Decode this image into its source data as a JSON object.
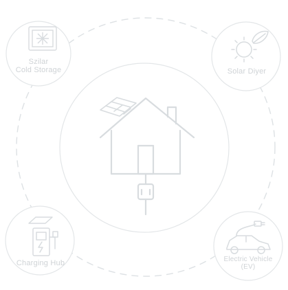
{
  "nodes": {
    "top_left": {
      "line1": "Szilar",
      "line2": "Cold Storage"
    },
    "top_right": {
      "label": "Solar Diyer"
    },
    "bottom_left": {
      "label": "Charging Hub"
    },
    "bottom_right": {
      "line1": "Electric Vehicle",
      "line2": "(EV)"
    }
  },
  "colors": {
    "stroke": "#d8dcdf",
    "text": "#cfd3d6",
    "background": "#ffffff"
  },
  "icons": {
    "center": "house-with-solar-panel-and-plug-icon",
    "top_left": "cold-storage-unit-icon",
    "top_right": "solar-sun-with-leaf-icon",
    "bottom_left": "charging-station-icon",
    "bottom_right": "electric-car-icon"
  }
}
